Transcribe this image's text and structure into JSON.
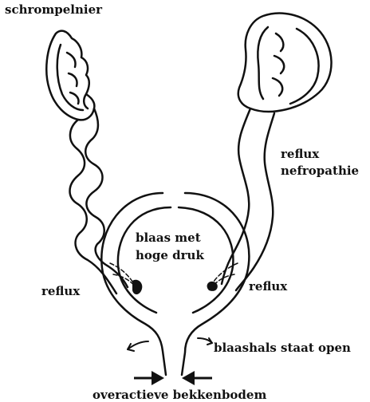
{
  "labels": {
    "shrunken_kidney": "schrompelnier",
    "reflux_nephropathy_1": "reflux",
    "reflux_nephropathy_2": "nefropathie",
    "bladder_pressure_1": "blaas met",
    "bladder_pressure_2": "hoge druk",
    "reflux_left": "reflux",
    "reflux_right": "reflux",
    "bladder_neck_open": "blaashals staat open",
    "overactive_pelvic_floor": "overactieve bekkenbodem"
  },
  "colors": {
    "ink": "#111111",
    "paper": "#ffffff"
  }
}
